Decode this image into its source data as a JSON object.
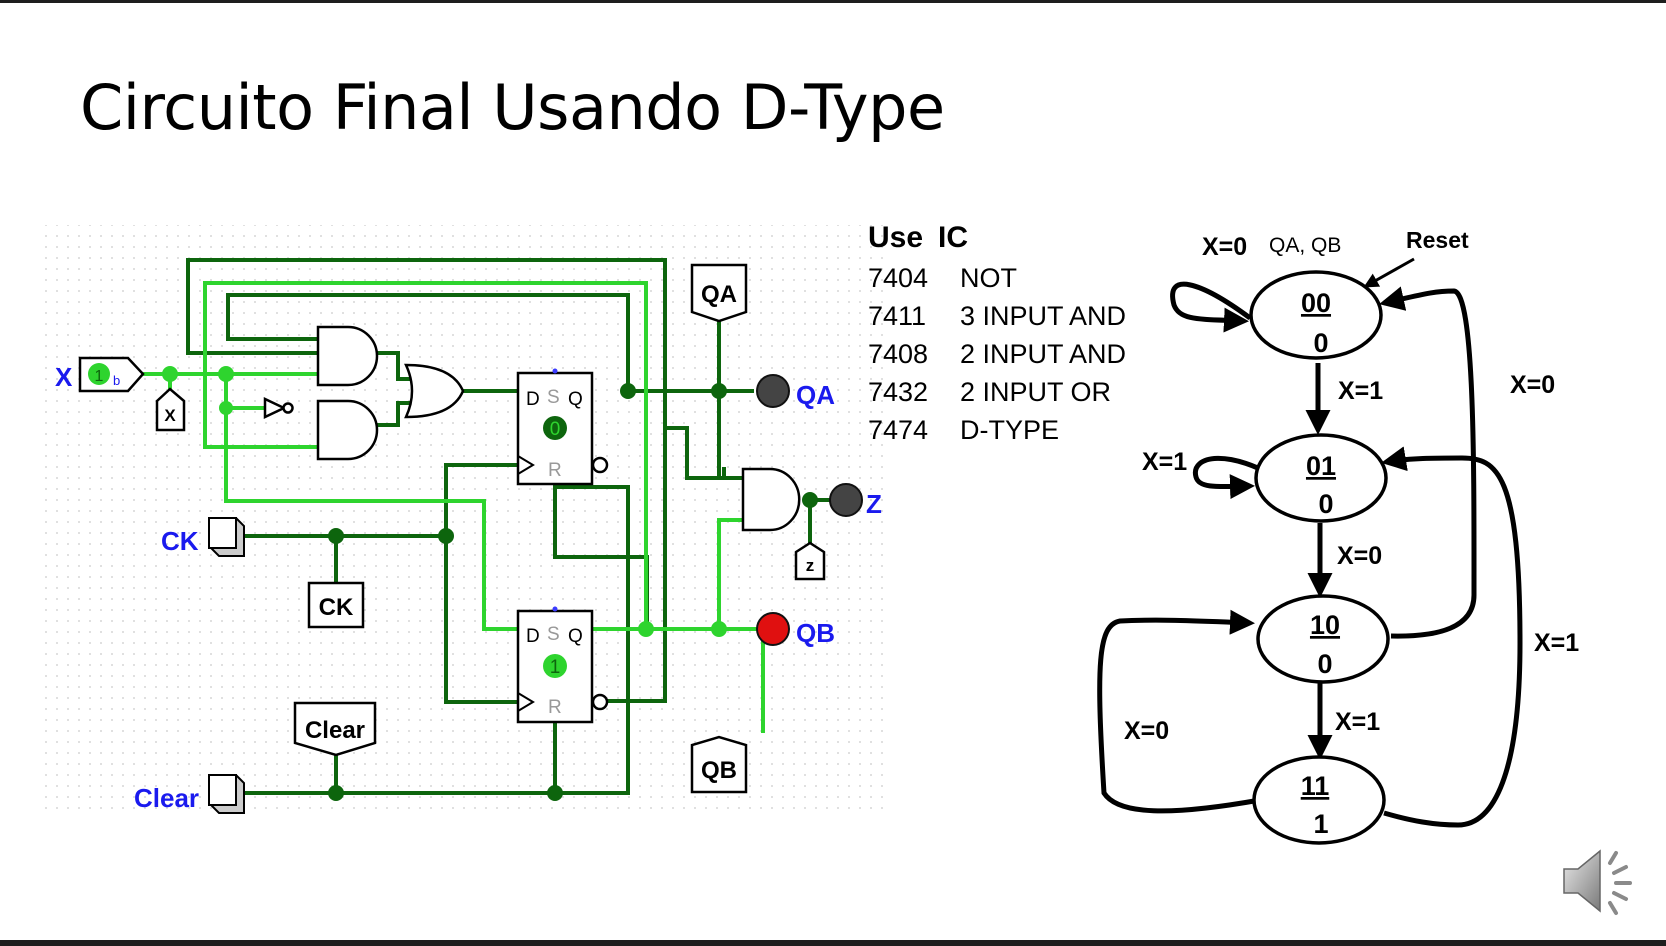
{
  "slide": {
    "title": "Circuito Final Usando D-Type"
  },
  "circuit": {
    "input_x": {
      "label": "X",
      "value": "1",
      "radix": "b",
      "tunnel": "X"
    },
    "input_ck": {
      "label": "CK",
      "tunnel": "CK"
    },
    "input_clear": {
      "label": "Clear",
      "tunnel": "Clear"
    },
    "flipflops": [
      {
        "pins": {
          "d": "D",
          "s": "S",
          "q": "Q",
          "r": "R"
        },
        "state": "0"
      },
      {
        "pins": {
          "d": "D",
          "s": "S",
          "q": "Q",
          "r": "R"
        },
        "state": "1"
      }
    ],
    "outputs": {
      "qa": {
        "label": "QA",
        "tunnel": "QA",
        "state": "off"
      },
      "qb": {
        "label": "QB",
        "tunnel": "QB",
        "state": "on"
      },
      "z": {
        "label": "Z",
        "tunnel": "z",
        "state": "off"
      }
    },
    "colors": {
      "wire_on": "#2ed42e",
      "wire_off": "#0d650d",
      "led_on": "#e01010",
      "led_off": "#444444",
      "pin_label": "#1a1aee"
    }
  },
  "ic_table": {
    "headers": [
      "Use",
      "IC"
    ],
    "rows": [
      {
        "ic": "7404",
        "desc": "NOT"
      },
      {
        "ic": "7411",
        "desc": "3 INPUT AND"
      },
      {
        "ic": "7408",
        "desc": "2 INPUT AND"
      },
      {
        "ic": "7432",
        "desc": "2 INPUT OR"
      },
      {
        "ic": "7474",
        "desc": "D-TYPE"
      }
    ]
  },
  "state_diagram": {
    "legend": "QA, QB",
    "reset_label": "Reset",
    "states": [
      {
        "code": "00",
        "output": "0"
      },
      {
        "code": "01",
        "output": "0"
      },
      {
        "code": "10",
        "output": "0"
      },
      {
        "code": "11",
        "output": "1"
      }
    ],
    "transitions": [
      {
        "from": "00",
        "to": "00",
        "label": "X=0"
      },
      {
        "from": "00",
        "to": "01",
        "label": "X=1"
      },
      {
        "from": "01",
        "to": "01",
        "label": "X=1"
      },
      {
        "from": "01",
        "to": "10",
        "label": "X=0"
      },
      {
        "from": "10",
        "to": "11",
        "label": "X=1"
      },
      {
        "from": "10",
        "to": "00",
        "label": "X=0"
      },
      {
        "from": "11",
        "to": "01",
        "label": "X=1"
      },
      {
        "from": "11",
        "to": "10",
        "label": "X=0"
      }
    ]
  },
  "audio": {
    "icon": "speaker-icon"
  }
}
